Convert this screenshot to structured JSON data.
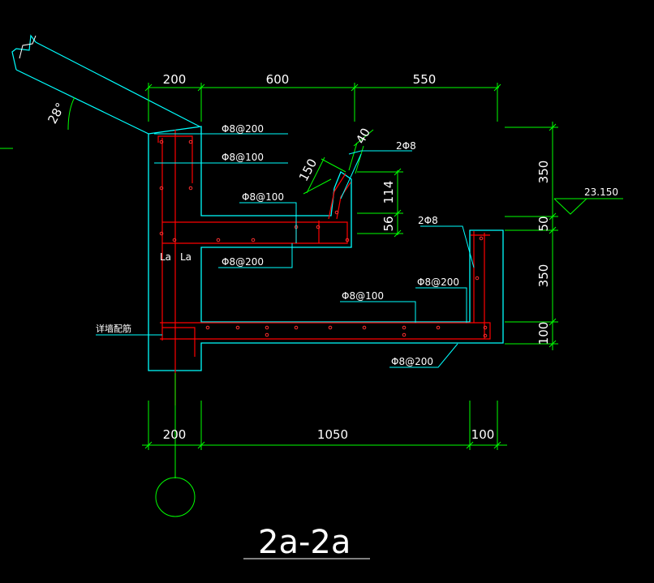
{
  "colors": {
    "background": "#000000",
    "concrete_outline": "#00ffff",
    "dimension": "#00ff00",
    "rebar": "#ff0000",
    "text": "#ffffff",
    "leader": "#00ffff"
  },
  "dimensions": {
    "top": [
      "200",
      "600",
      "550"
    ],
    "bottom": [
      "200",
      "1050",
      "100"
    ],
    "right": [
      "350",
      "50",
      "350",
      "100"
    ],
    "step": [
      "114",
      "56"
    ],
    "bend": [
      "150",
      "40"
    ],
    "angle": "28°"
  },
  "elevation": "23.150",
  "rebar_labels": {
    "l1": "Φ8@200",
    "l2": "Φ8@100",
    "l3": "Φ8@100",
    "l4": "2Φ8",
    "l5": "2Φ8",
    "l6": "Φ8@200",
    "l7": "Φ8@200",
    "l8": "Φ8@100",
    "l9": "Φ8@200"
  },
  "anchorage": [
    "La",
    "La"
  ],
  "wall_note": "详墙配筋",
  "section_title": "2a-2a"
}
